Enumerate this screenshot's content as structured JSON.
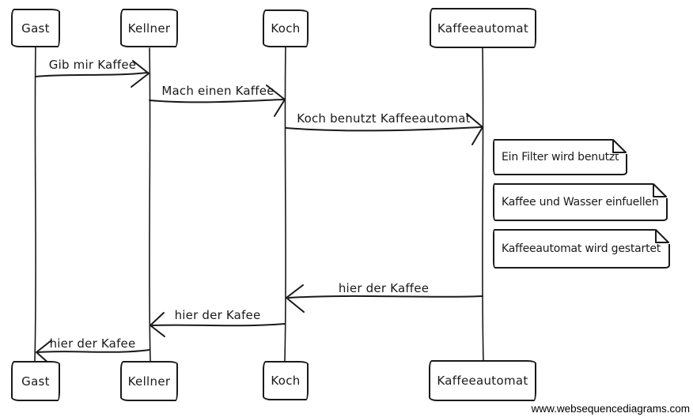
{
  "diagram": {
    "type": "sequence-diagram",
    "style": "hand-drawn",
    "colors": {
      "stroke": "#1a1a1a",
      "background": "#ffffff"
    },
    "actors": [
      {
        "name": "Gast"
      },
      {
        "name": "Kellner"
      },
      {
        "name": "Koch"
      },
      {
        "name": "Kaffeeautomat"
      }
    ],
    "messages": [
      {
        "label": "Gib mir Kaffee",
        "from": "Gast",
        "to": "Kellner",
        "direction": "right"
      },
      {
        "label": "Mach einen Kaffee",
        "from": "Kellner",
        "to": "Koch",
        "direction": "right"
      },
      {
        "label": "Koch benutzt Kaffeeautomat",
        "from": "Koch",
        "to": "Kaffeeautomat",
        "direction": "right"
      },
      {
        "label": "hier der Kaffee",
        "from": "Kaffeeautomat",
        "to": "Koch",
        "direction": "left"
      },
      {
        "label": "hier der Kafee",
        "from": "Koch",
        "to": "Kellner",
        "direction": "left"
      },
      {
        "label": "hier der Kafee",
        "from": "Kellner",
        "to": "Gast",
        "direction": "left"
      }
    ],
    "notes": [
      {
        "text": "Ein Filter wird benutzt"
      },
      {
        "text": "Kaffee und Wasser einfuellen"
      },
      {
        "text": "Kaffeeautomat wird gestartet"
      }
    ],
    "watermark": "www.websequencediagrams.com"
  }
}
